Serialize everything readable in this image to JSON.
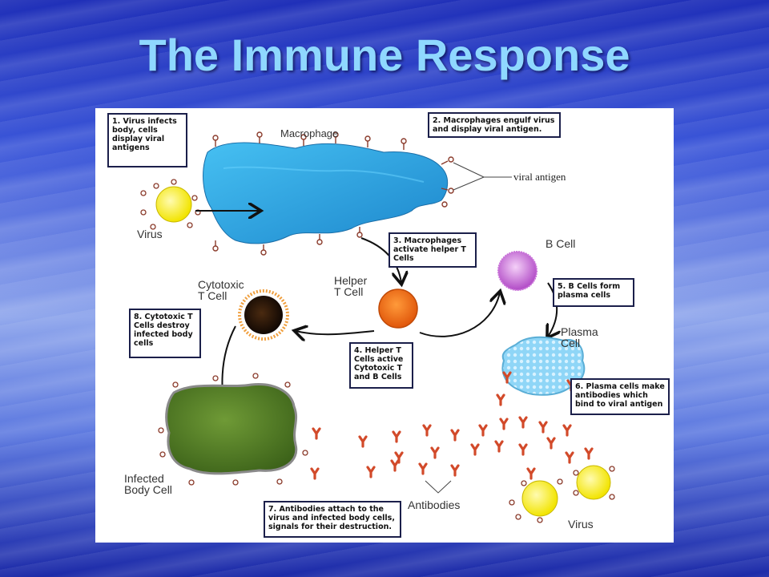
{
  "slide": {
    "title": "The Immune Response"
  },
  "labels": {
    "macrophage": "Macrophage",
    "virus_left": "Virus",
    "viral_antigen": "viral antigen",
    "b_cell": "B Cell",
    "helper_t_cell": "Helper\nT Cell",
    "cytotoxic_t_cell": "Cytotoxic\nT Cell",
    "plasma_cell": "Plasma\nCell",
    "infected_body_cell": "Infected\nBody Cell",
    "antibodies": "Antibodies",
    "virus_right": "Virus"
  },
  "steps": [
    "1. Virus infects body, cells display viral antigens",
    "2. Macrophages engulf virus and display viral antigen.",
    "3. Macrophages activate helper T Cells",
    "4. Helper T Cells active Cytotoxic T and B Cells",
    "5. B Cells form plasma cells",
    "6. Plasma cells make antibodies which bind to viral antigen",
    "7. Antibodies attach to the virus and infected body cells, signals for their destruction.",
    "8. Cytotoxic T Cells destroy infected body cells"
  ],
  "colors": {
    "title": "#8fd8ff",
    "macrophage": "#2aa3e0",
    "virus": "#f6ef12",
    "helper_t": "#f06a12",
    "cytotoxic_t": "#2a1508",
    "b_cell": "#b347c9",
    "plasma": "#7fd0f5",
    "infected": "#4e7c25",
    "antibody": "#d24a2a",
    "antigen": "#8a3a2a"
  }
}
